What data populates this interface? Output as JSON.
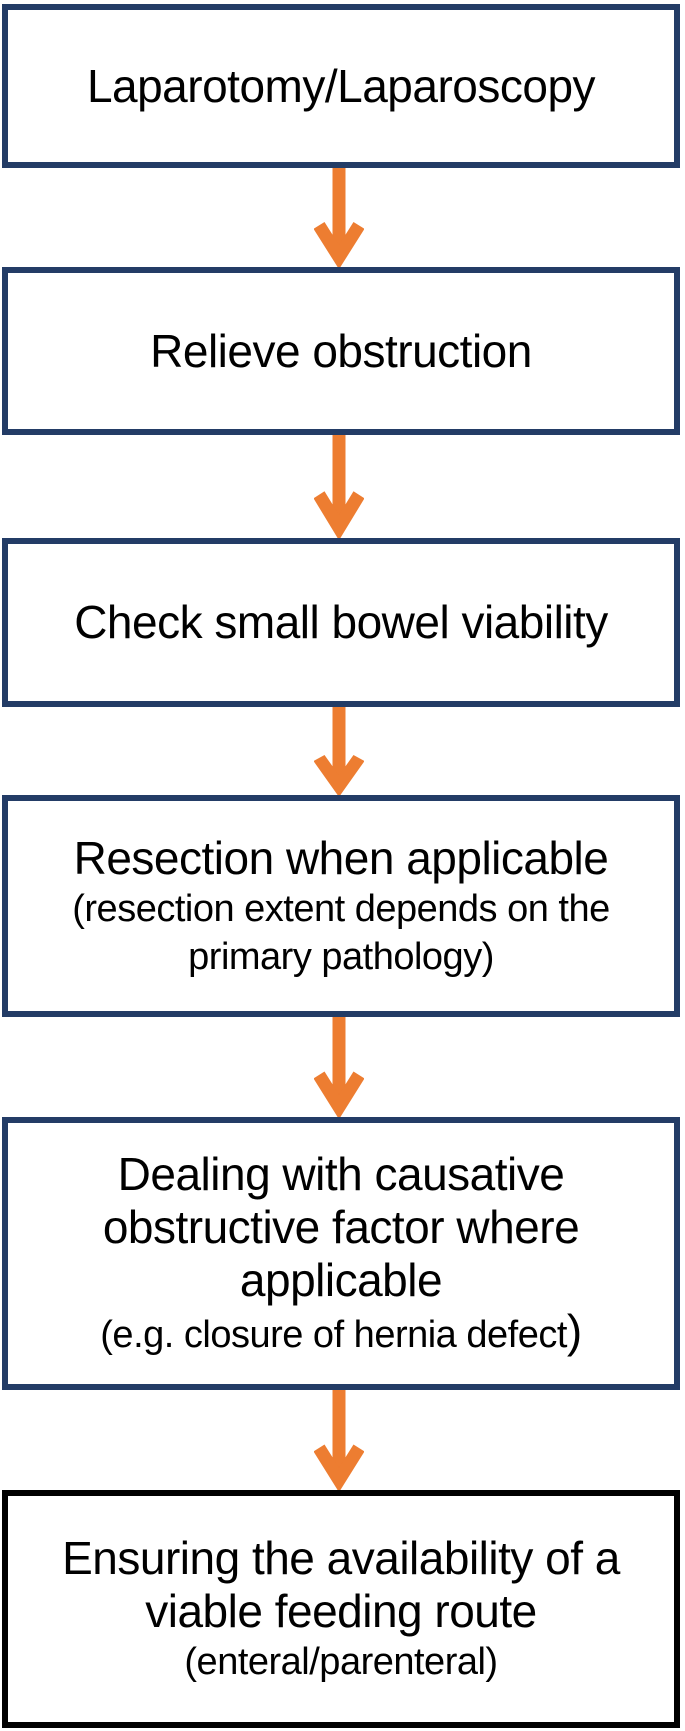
{
  "flowchart": {
    "colors": {
      "box_border": "#233c66",
      "final_box_border": "#000000",
      "arrow": "#ED7D31",
      "text": "#000000",
      "background": "#ffffff"
    },
    "arrow_icon": "down-arrow",
    "steps": [
      {
        "name": "laparotomy-laparoscopy",
        "label": "Laparotomy/Laparoscopy"
      },
      {
        "name": "relieve-obstruction",
        "label": "Relieve obstruction"
      },
      {
        "name": "check-small-bowel-viability",
        "label": "Check small bowel viability"
      },
      {
        "name": "resection-when-applicable",
        "label": "Resection when applicable",
        "note_line1": "(resection extent depends on the",
        "note_line2": "primary pathology)"
      },
      {
        "name": "dealing-with-causative-factor",
        "label_line1": "Dealing with causative",
        "label_line2": "obstructive factor where",
        "label_line3": "applicable",
        "note": "(e.g. closure of hernia defect",
        "note_suffix": ")"
      },
      {
        "name": "ensuring-feeding-route",
        "label_line1": "Ensuring the availability of a",
        "label_line2": "viable feeding route",
        "note": "(enteral/parenteral)"
      }
    ]
  }
}
